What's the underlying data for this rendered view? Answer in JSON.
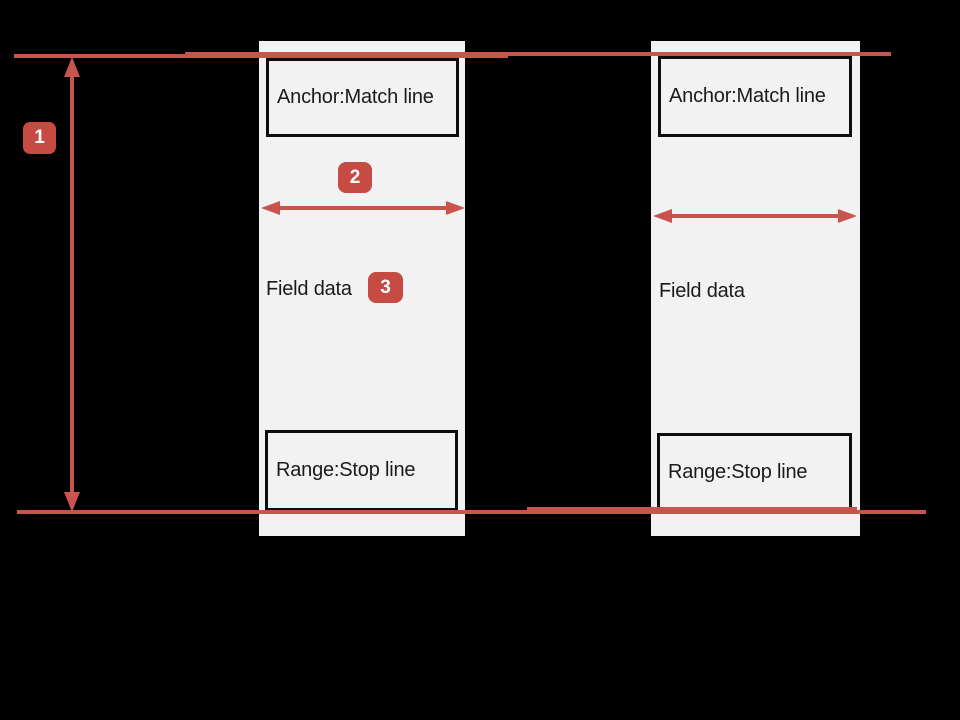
{
  "colors": {
    "background": "#000000",
    "column_bg": "#F2F2F2",
    "line_red": "#C7554D",
    "badge_red": "#C54B43",
    "box_border": "#0D0D0D",
    "text": "#1A1A1A",
    "badge_text": "#FFFFFF"
  },
  "badges": [
    {
      "label": "1"
    },
    {
      "label": "2"
    },
    {
      "label": "3"
    }
  ],
  "columns": [
    {
      "anchor_label": "Anchor:Match line",
      "field_label": "Field data",
      "range_label": "Range:Stop line"
    },
    {
      "anchor_label": "Anchor:Match line",
      "field_label": "Field data",
      "range_label": "Range:Stop line"
    }
  ]
}
